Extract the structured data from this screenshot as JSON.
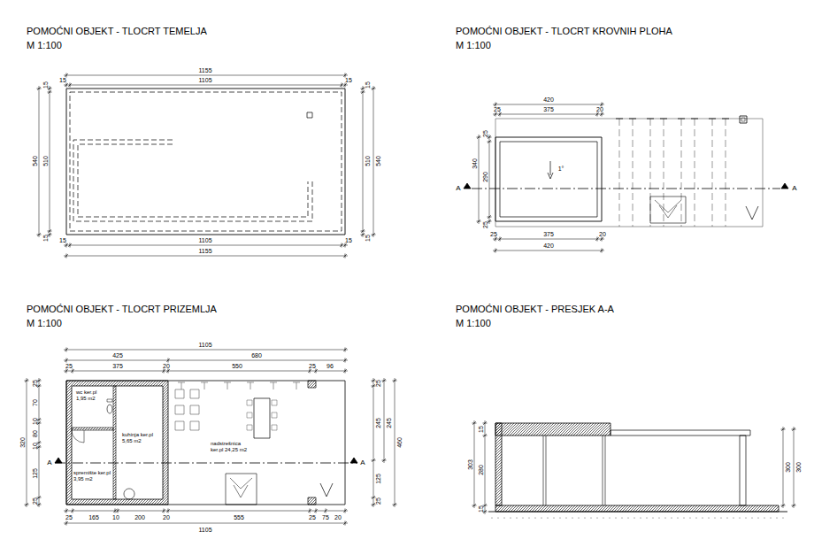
{
  "diagram": {
    "labels": [
      "POMOĆNI OBJEKT - TLOCRT TEMELJA",
      "M 1:100",
      "POMOĆNI OBJEKT - TLOCRT KROVNIH PLOHA",
      "M 1:100",
      "POMOĆNI OBJEKT - TLOCRT PRIZEMLJA",
      "M 1:100",
      "POMOĆNI OBJEKT - PRESJEK A-A",
      "M 1:100",
      "1155",
      "15",
      "1105",
      "15",
      "15",
      "1105",
      "15",
      "1155",
      "540",
      "15",
      "510",
      "15",
      "15",
      "510",
      "15",
      "540",
      "420",
      "25",
      "375",
      "20",
      "340",
      "25",
      "290",
      "25",
      "1°",
      "A",
      "A",
      "25",
      "375",
      "20",
      "420",
      "1105",
      "425",
      "680",
      "25",
      "375",
      "20",
      "550",
      "25",
      "96",
      "25",
      "165",
      "10",
      "200",
      "20",
      "555",
      "25",
      "75",
      "20",
      "1105",
      "320",
      "25",
      "70",
      "10",
      "80",
      "10",
      "125",
      "25",
      "25",
      "245",
      "125",
      "25",
      "245",
      "460",
      "A",
      "A",
      "wc ker.pl 1,95 m2",
      "kuhinja ker.pl 5,65 m2",
      "spremište ker.pl 3,95 m2",
      "nadstrešnica ker.pl 24,25 m2",
      "303",
      "15",
      "280",
      "15",
      "300",
      "300"
    ]
  }
}
